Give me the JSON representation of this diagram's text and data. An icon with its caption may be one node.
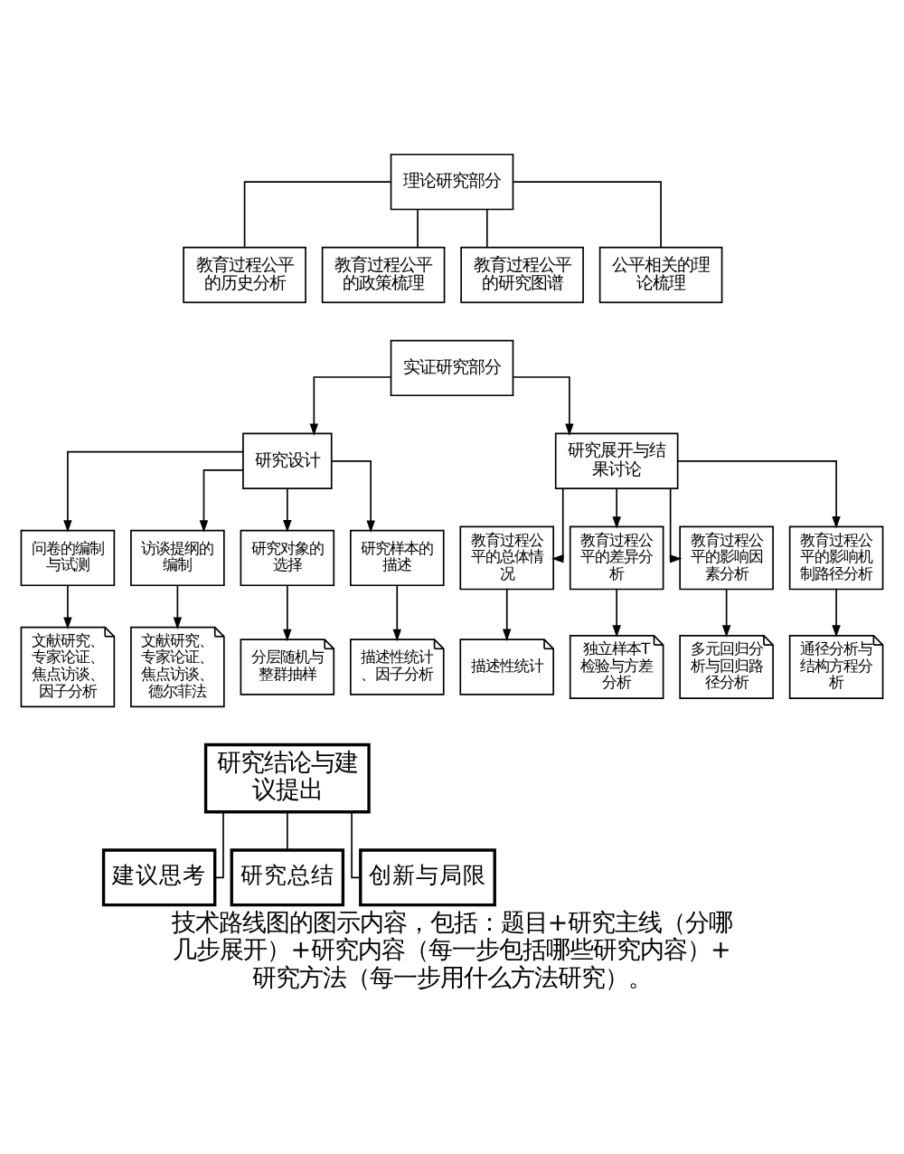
{
  "diagram": {
    "caption": "技术路线图的图示内容，包括：题目+研究主线（分哪几步展开）+研究内容（每一步包括哪些研究内容）+研究方法（每一步用什么方法研究）。",
    "nodes": [
      {
        "text": [
          "理论研究部分"
        ]
      },
      {
        "text": [
          "教育过程公平的历史分析"
        ]
      },
      {
        "text": [
          "教育过程公平的政策梳理"
        ]
      },
      {
        "text": [
          "教育过程公平的研究图谱"
        ]
      },
      {
        "text": [
          "公平相关的理论梳理"
        ]
      },
      {
        "text": [
          "实证研究部分"
        ]
      },
      {
        "text": [
          "研究设计"
        ]
      },
      {
        "text": [
          "研究展开与结果讨论"
        ]
      },
      {
        "text": [
          "问卷的编制与试测"
        ]
      },
      {
        "text": [
          "访谈提纲的编制"
        ]
      },
      {
        "text": [
          "研究对象的选择"
        ]
      },
      {
        "text": [
          "研究样本的描述"
        ]
      },
      {
        "text": [
          "文献研究、专家论证、焦点访谈、因子分析"
        ]
      },
      {
        "text": [
          "文献研究、专家论证、焦点访谈、德尔菲法"
        ]
      },
      {
        "text": [
          "分层随机与整群抽样"
        ]
      },
      {
        "text": [
          "描述性统计、因子分析"
        ]
      },
      {
        "text": [
          "教育过程公平的总体情况"
        ]
      },
      {
        "text": [
          "教育过程公平的差异分析"
        ]
      },
      {
        "text": [
          "教育过程公平的影响因素分析"
        ]
      },
      {
        "text": [
          "教育过程公平的影响机制路径分析"
        ]
      },
      {
        "text": [
          "描述性统计"
        ]
      },
      {
        "text": [
          "独立样本T检验与方差分析"
        ]
      },
      {
        "text": [
          "多元回归分析与回归路径分析"
        ]
      },
      {
        "text": [
          "通径分析与结构方程分析"
        ]
      },
      {
        "text": [
          "研究结论与建议提出"
        ]
      },
      {
        "text": [
          "建议思考"
        ]
      },
      {
        "text": [
          "研究总结"
        ]
      },
      {
        "text": [
          "创新与局限"
        ]
      }
    ],
    "edges": [
      {
        "from": 0,
        "to": 1,
        "arrow": "none"
      },
      {
        "from": 0,
        "to": 2,
        "arrow": "none"
      },
      {
        "from": 0,
        "to": 3,
        "arrow": "none"
      },
      {
        "from": 0,
        "to": 4,
        "arrow": "none"
      },
      {
        "from": 5,
        "to": 6,
        "arrow": "to"
      },
      {
        "from": 5,
        "to": 7,
        "arrow": "to"
      },
      {
        "from": 6,
        "to": 8,
        "arrow": "to"
      },
      {
        "from": 6,
        "to": 9,
        "arrow": "to"
      },
      {
        "from": 6,
        "to": 10,
        "arrow": "to"
      },
      {
        "from": 6,
        "to": 11,
        "arrow": "to"
      },
      {
        "from": 8,
        "to": 12,
        "arrow": "to"
      },
      {
        "from": 9,
        "to": 13,
        "arrow": "to"
      },
      {
        "from": 10,
        "to": 14,
        "arrow": "to"
      },
      {
        "from": 11,
        "to": 15,
        "arrow": "to"
      },
      {
        "from": 7,
        "to": 16,
        "arrow": "to"
      },
      {
        "from": 7,
        "to": 17,
        "arrow": "to"
      },
      {
        "from": 7,
        "to": 18,
        "arrow": "to"
      },
      {
        "from": 7,
        "to": 19,
        "arrow": "to"
      },
      {
        "from": 16,
        "to": 20,
        "arrow": "to"
      },
      {
        "from": 17,
        "to": 21,
        "arrow": "to"
      },
      {
        "from": 18,
        "to": 22,
        "arrow": "to"
      },
      {
        "from": 19,
        "to": 23,
        "arrow": "to"
      },
      {
        "from": 24,
        "to": 25,
        "arrow": "none"
      },
      {
        "from": 24,
        "to": 26,
        "arrow": "none"
      },
      {
        "from": 24,
        "to": 27,
        "arrow": "none"
      }
    ]
  }
}
